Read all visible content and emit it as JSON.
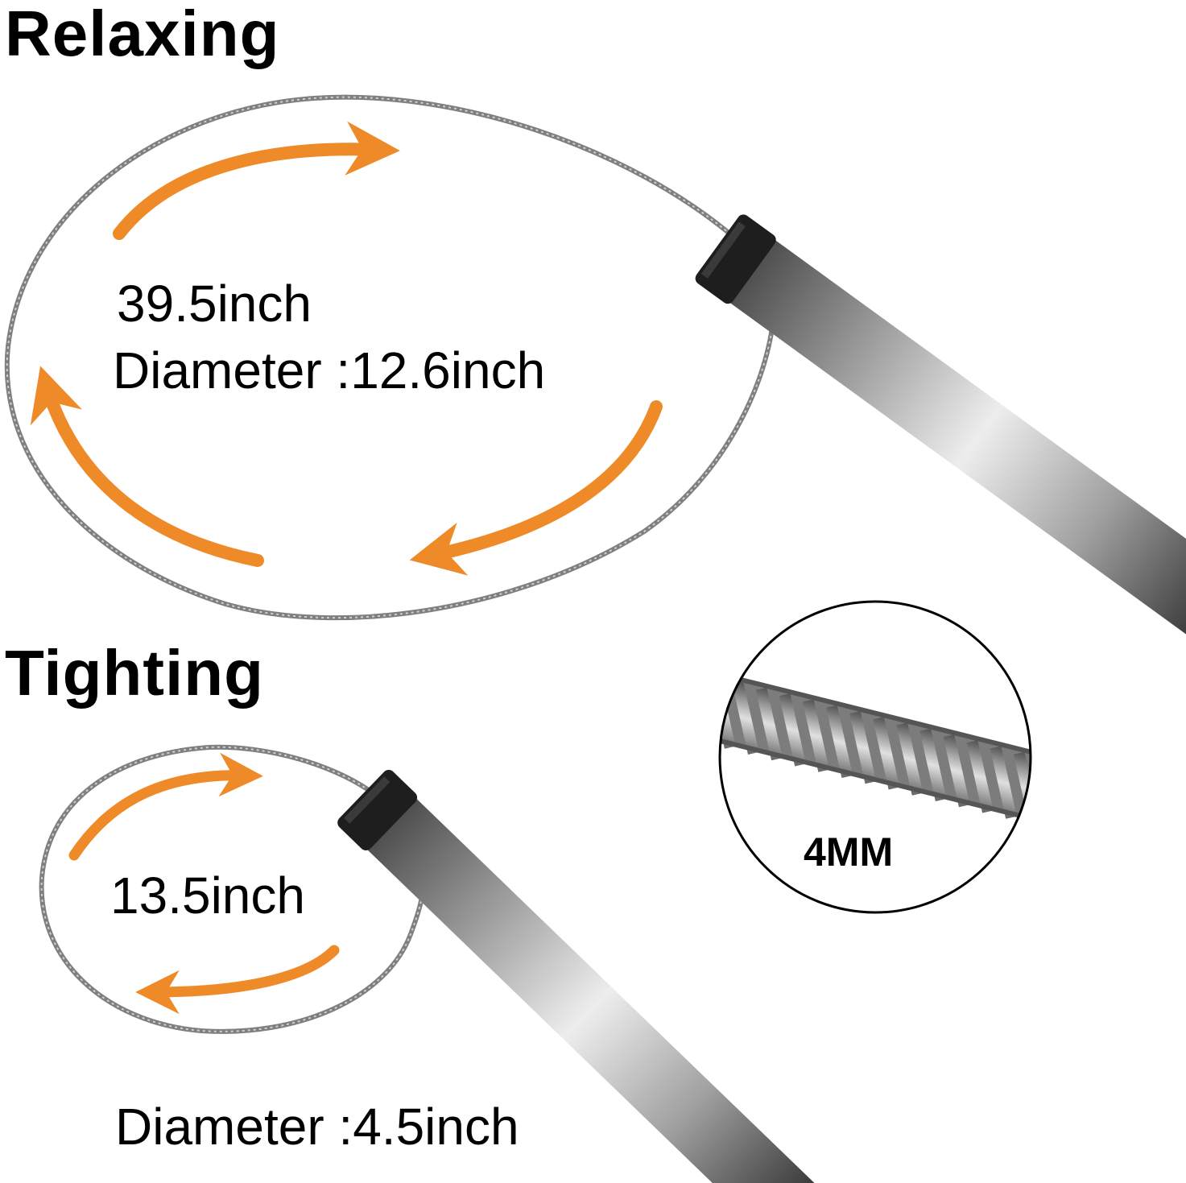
{
  "relaxed": {
    "heading": "Relaxing",
    "length": "39.5inch",
    "diameter": "Diameter :12.6inch"
  },
  "tightened": {
    "heading": "Tighting",
    "length": "13.5inch",
    "diameter": "Diameter :4.5inch"
  },
  "cable_detail": {
    "thickness": "4MM"
  },
  "colors": {
    "arrow": "#EE8A28",
    "cable": "#8E8E8E",
    "pole_light": "#E9E9E9",
    "pole_dark": "#3F3F3F",
    "end_cap": "#1E1E1E",
    "text": "#000000"
  },
  "icons": {
    "direction_arrow": "curved-arrow-icon"
  }
}
